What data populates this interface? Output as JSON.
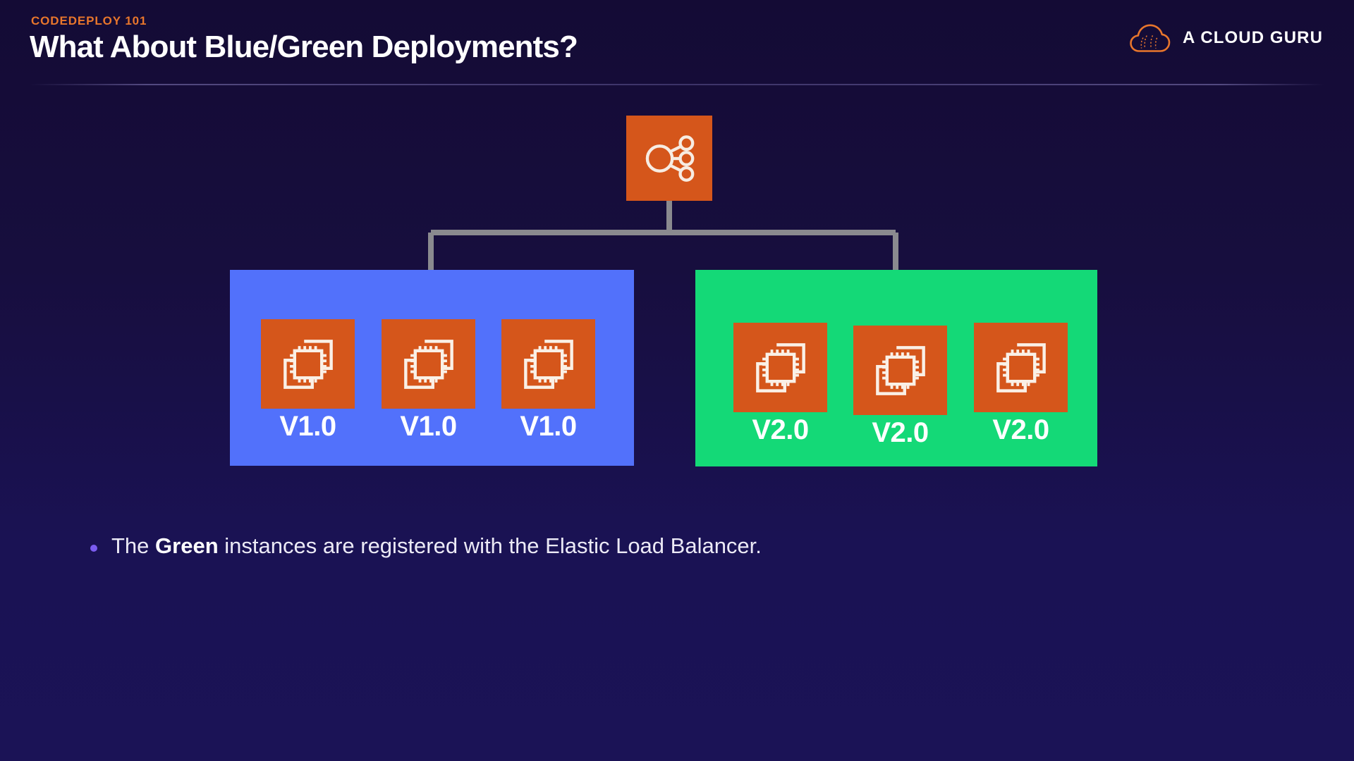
{
  "header": {
    "eyebrow": "CODEDEPLOY 101",
    "title": "What About Blue/Green Deployments?"
  },
  "brand": {
    "name": "A CLOUD GURU",
    "logo_icon": "cloud-icon",
    "accent_color": "#e8762c"
  },
  "diagram": {
    "load_balancer": {
      "icon": "elastic-load-balancer-icon",
      "box_color": "#d5561b"
    },
    "groups": [
      {
        "key": "blue",
        "name": "Blue",
        "color": "#5271fb",
        "instances": [
          {
            "label": "V1.0",
            "icon": "ec2-instance-icon"
          },
          {
            "label": "V1.0",
            "icon": "ec2-instance-icon"
          },
          {
            "label": "V1.0",
            "icon": "ec2-instance-icon"
          }
        ]
      },
      {
        "key": "green",
        "name": "Green",
        "color": "#14d977",
        "instances": [
          {
            "label": "V2.0",
            "icon": "ec2-instance-icon"
          },
          {
            "label": "V2.0",
            "icon": "ec2-instance-icon"
          },
          {
            "label": "V2.0",
            "icon": "ec2-instance-icon"
          }
        ]
      }
    ],
    "connector_color": "#8a8a8f"
  },
  "bullets": [
    {
      "prefix": "The ",
      "emphasis": "Green",
      "suffix": " instances are registered with the Elastic Load Balancer.",
      "dot_color": "#7b5cf0"
    }
  ]
}
